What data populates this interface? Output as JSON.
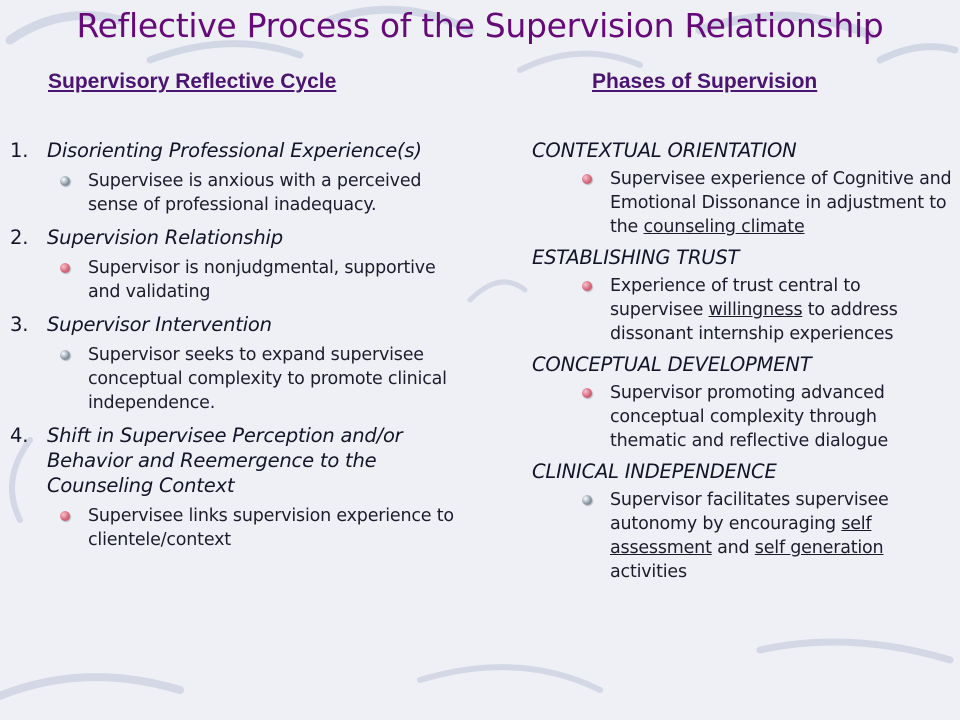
{
  "title": "Reflective Process of the Supervision Relationship",
  "left": {
    "heading": "Supervisory Reflective Cycle",
    "items": [
      {
        "num": "1.",
        "head": "Disorienting Professional Experience(s)",
        "bullet": "Supervisee is anxious with a perceived sense of professional inadequacy."
      },
      {
        "num": "2.",
        "head": "Supervision Relationship",
        "bullet": "Supervisor is nonjudgmental, supportive and validating"
      },
      {
        "num": "3.",
        "head": "Supervisor Intervention",
        "bullet": "Supervisor seeks to expand supervisee conceptual complexity to promote clinical independence."
      },
      {
        "num": "4.",
        "head": "Shift in Supervisee Perception and/or Behavior and Reemergence to the Counseling Context",
        "bullet": "Supervisee links supervision experience to clientele/context"
      }
    ]
  },
  "right": {
    "heading": "Phases of Supervision",
    "items": [
      {
        "head": "CONTEXTUAL ORIENTATION",
        "bullet_pre": "Supervisee experience of Cognitive and Emotional Dissonance in adjustment to the ",
        "bullet_u1": "counseling climate"
      },
      {
        "head": "ESTABLISHING TRUST",
        "bullet_pre": "Experience of trust central to supervisee ",
        "bullet_u1": "willingness",
        "bullet_post": " to address dissonant internship experiences"
      },
      {
        "head": "CONCEPTUAL DEVELOPMENT",
        "bullet_pre": "Supervisor promoting advanced conceptual complexity through thematic and reflective dialogue"
      },
      {
        "head": "CLINICAL INDEPENDENCE",
        "bullet_pre": "Supervisor facilitates supervisee autonomy by encouraging ",
        "bullet_u1": "self assessment",
        "bullet_mid": " and ",
        "bullet_u2": "self generation",
        "bullet_post": " activities"
      }
    ]
  },
  "colors": {
    "title": "#660a7a",
    "heading": "#4a1470",
    "bullet_pink": "#d8677c",
    "bullet_grey": "#8d9aa8"
  }
}
